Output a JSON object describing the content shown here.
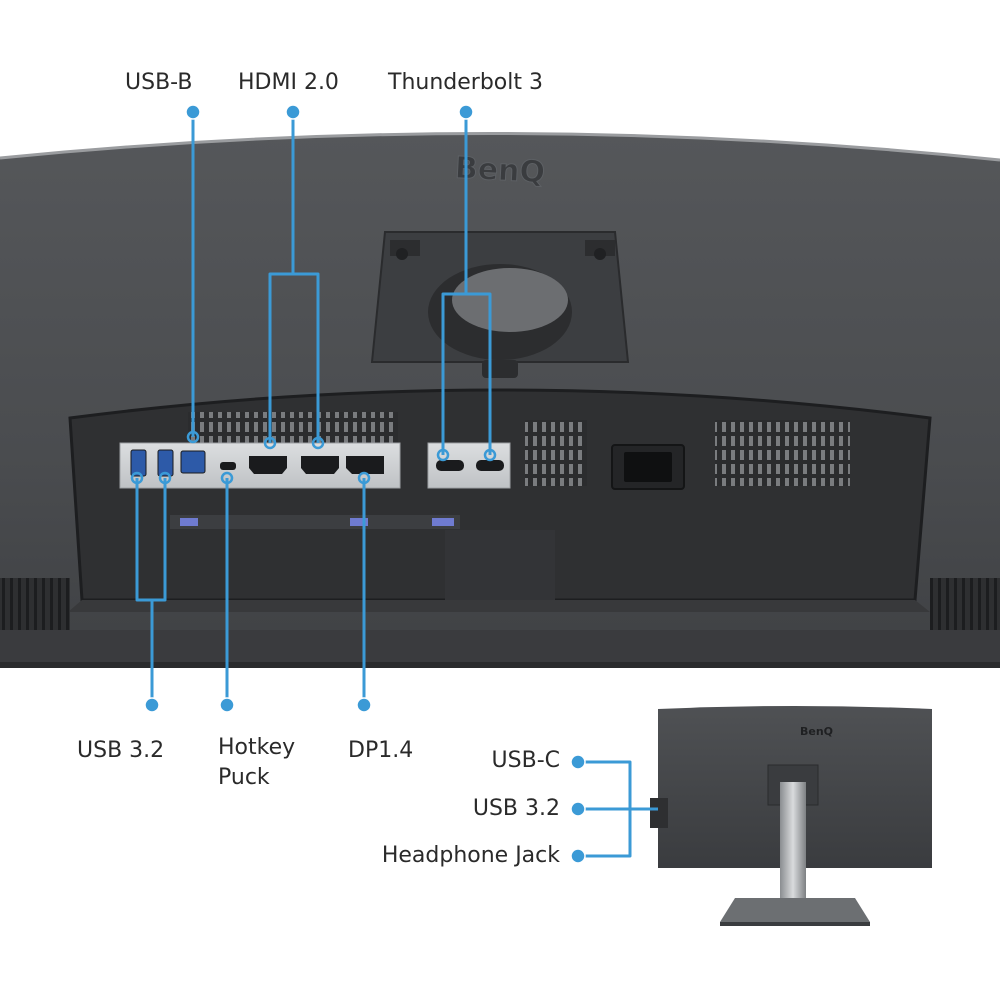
{
  "brand": {
    "logo_text": "BenQ"
  },
  "colors": {
    "callout": "#3b9ad6",
    "bezel": "#3d3f42",
    "panel": "#4a4c4f",
    "port_plate": "#d4d6d8",
    "background": "#ffffff",
    "label_text": "#2a2a2a"
  },
  "callouts": {
    "top": [
      {
        "id": "usb-b",
        "label": "USB-B"
      },
      {
        "id": "hdmi",
        "label": "HDMI 2.0"
      },
      {
        "id": "thunderbolt",
        "label": "Thunderbolt 3"
      }
    ],
    "bottom": [
      {
        "id": "usb32",
        "label": "USB 3.2"
      },
      {
        "id": "hotkey",
        "line1": "Hotkey",
        "line2": "Puck"
      },
      {
        "id": "dp",
        "label": "DP1.4"
      }
    ],
    "side": [
      {
        "id": "side-usbc",
        "label": "USB-C"
      },
      {
        "id": "side-usb32",
        "label": "USB 3.2"
      },
      {
        "id": "side-headphone",
        "label": "Headphone Jack"
      }
    ]
  }
}
